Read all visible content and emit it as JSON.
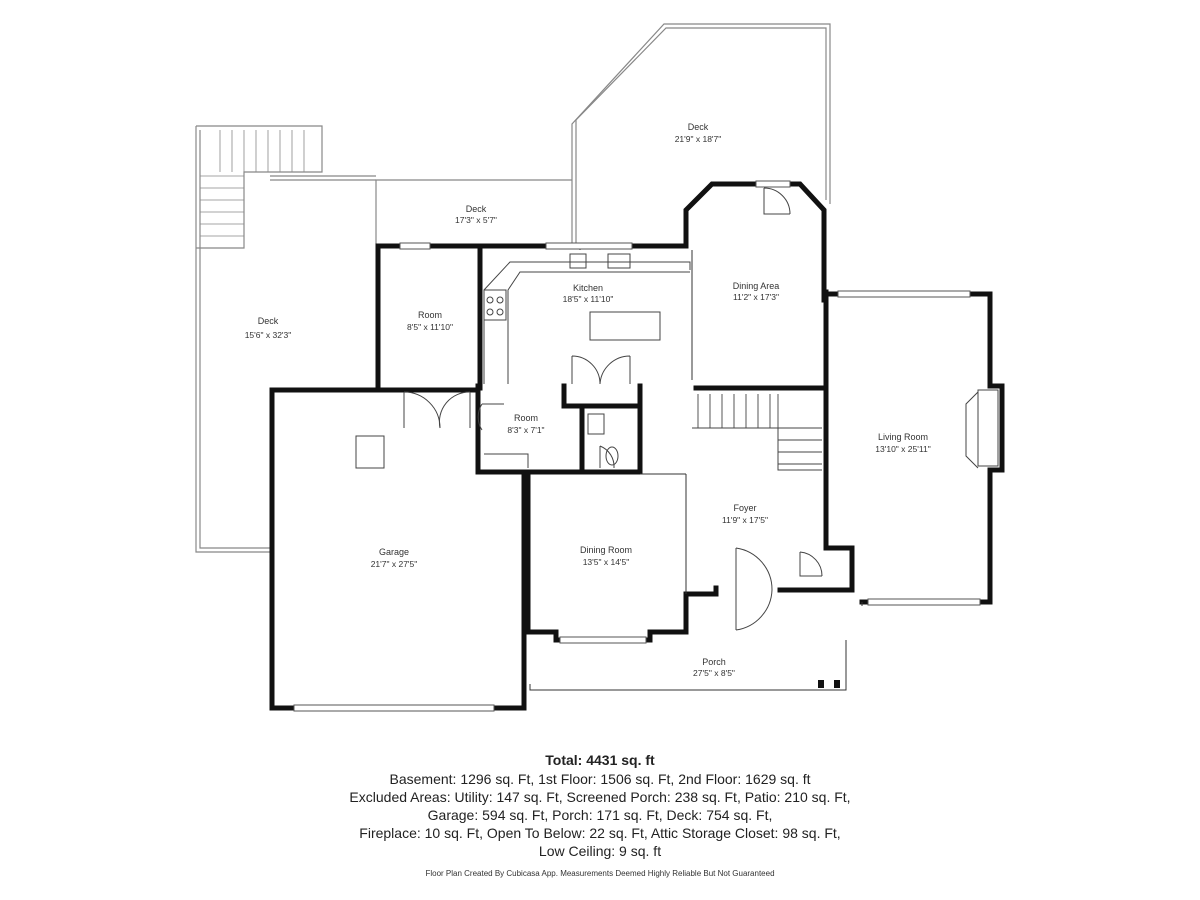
{
  "rooms": {
    "deck_top": {
      "name": "Deck",
      "dim": "21'9\" x 18'7\""
    },
    "deck_mid": {
      "name": "Deck",
      "dim": "17'3\" x 5'7\""
    },
    "deck_left": {
      "name": "Deck",
      "dim": "15'6\" x 32'3\""
    },
    "room_upper": {
      "name": "Room",
      "dim": "8'5\" x 11'10\""
    },
    "kitchen": {
      "name": "Kitchen",
      "dim": "18'5\" x 11'10\""
    },
    "dining_area": {
      "name": "Dining Area",
      "dim": "11'2\" x 17'3\""
    },
    "room_lower": {
      "name": "Room",
      "dim": "8'3\" x 7'1\""
    },
    "living_room": {
      "name": "Living Room",
      "dim": "13'10\" x 25'11\""
    },
    "foyer": {
      "name": "Foyer",
      "dim": "11'9\" x 17'5\""
    },
    "garage": {
      "name": "Garage",
      "dim": "21'7\" x 27'5\""
    },
    "dining_room": {
      "name": "Dining Room",
      "dim": "13'5\" x 14'5\""
    },
    "porch": {
      "name": "Porch",
      "dim": "27'5\" x 8'5\""
    }
  },
  "summary": {
    "total": "Total: 4431 sq. ft",
    "lines": [
      "Basement: 1296 sq. Ft, 1st Floor: 1506 sq. Ft, 2nd Floor: 1629 sq. ft",
      "Excluded Areas: Utility: 147 sq. Ft, Screened Porch: 238 sq. Ft, Patio: 210 sq. Ft,",
      "Garage: 594 sq. Ft, Porch: 171 sq. Ft, Deck: 754 sq. Ft,",
      "Fireplace: 10 sq. Ft, Open To Below: 22 sq. Ft, Attic Storage Closet: 98 sq. Ft,",
      "Low Ceiling: 9 sq. ft"
    ]
  },
  "footnote": "Floor Plan Created By Cubicasa App. Measurements Deemed Highly Reliable But Not Guaranteed",
  "colors": {
    "wall": "#111111",
    "deck_line": "#888888",
    "background": "#ffffff"
  }
}
